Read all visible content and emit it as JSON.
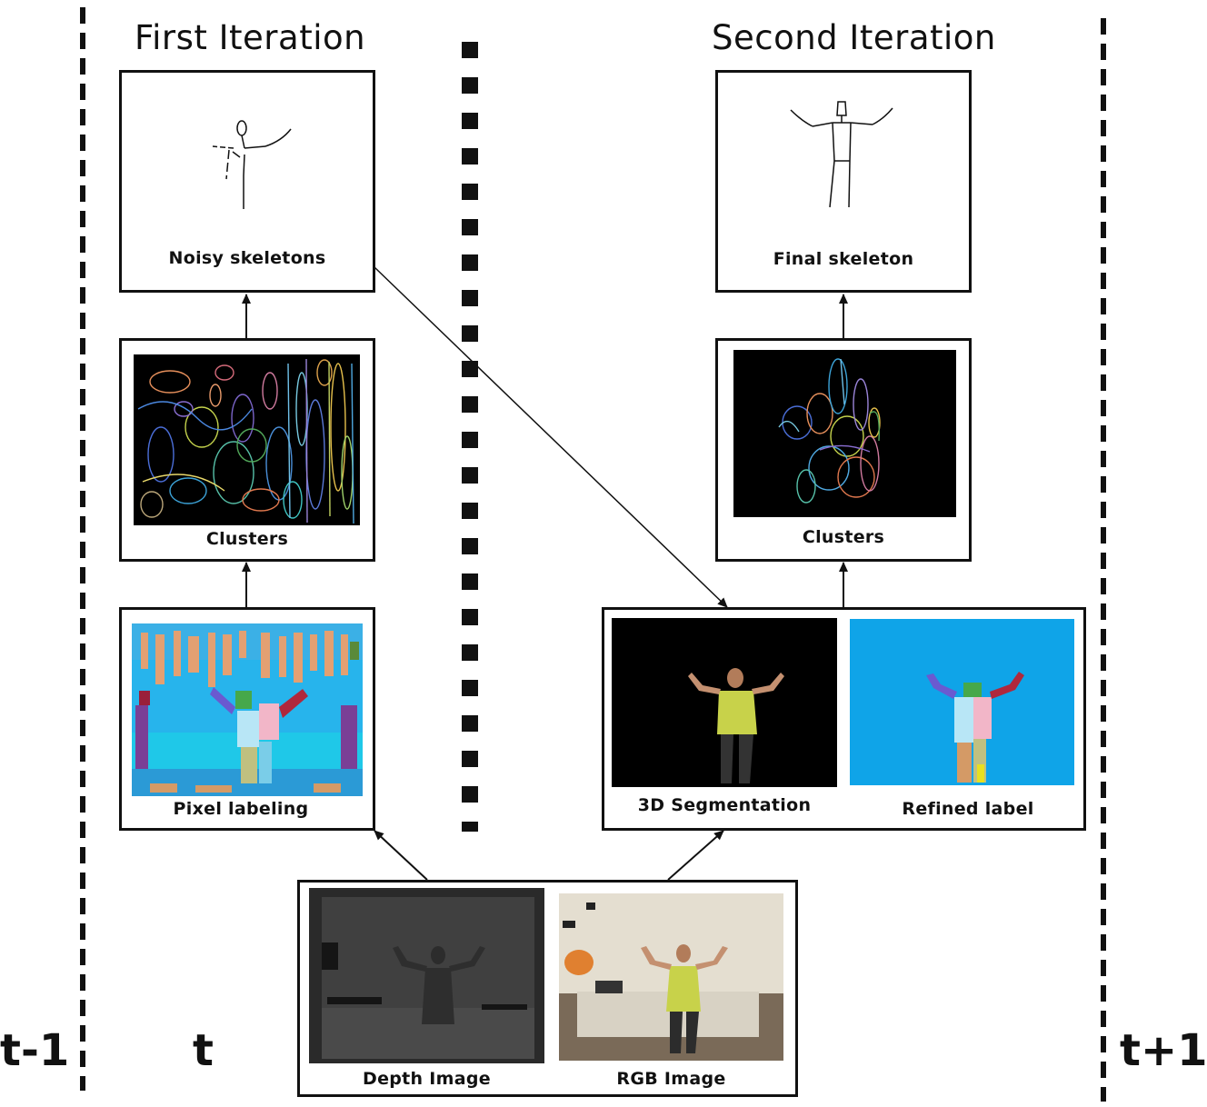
{
  "headings": {
    "first": "First Iteration",
    "second": "Second Iteration"
  },
  "time_labels": {
    "prev": "t-1",
    "curr": "t",
    "next": "t+1"
  },
  "first_iteration": {
    "noisy_skeletons": "Noisy skeletons",
    "clusters": "Clusters",
    "pixel_labeling": "Pixel labeling"
  },
  "second_iteration": {
    "final_skeleton": "Final skeleton",
    "clusters": "Clusters",
    "segmentation": "3D Segmentation",
    "refined_label": "Refined label"
  },
  "inputs": {
    "depth": "Depth Image",
    "rgb": "RGB Image"
  },
  "colors": {
    "refined_bg": "#0fa4e8",
    "cluster_bg": "#000000",
    "depth_bg": "#3f3f3f",
    "shirt": "#c8d24a"
  }
}
